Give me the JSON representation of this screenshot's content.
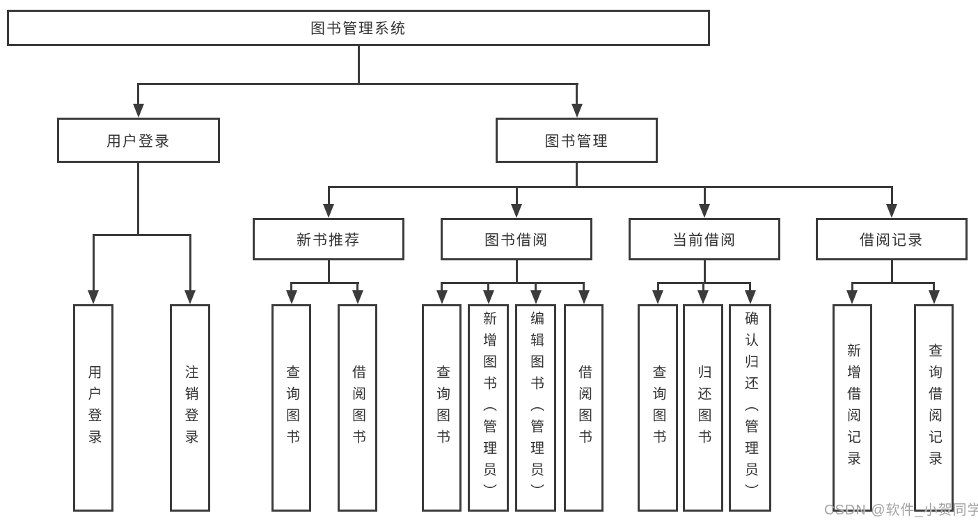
{
  "tree": {
    "root": {
      "label": "图书管理系统"
    },
    "branches": [
      {
        "label": "用户登录",
        "children": [
          {
            "label": "用户登录"
          },
          {
            "label": "注销登录"
          }
        ]
      },
      {
        "label": "图书管理",
        "children": [
          {
            "label": "新书推荐",
            "children": [
              {
                "label": "查询图书"
              },
              {
                "label": "借阅图书"
              }
            ]
          },
          {
            "label": "图书借阅",
            "children": [
              {
                "label": "查询图书"
              },
              {
                "label": "新增图书（管理员）"
              },
              {
                "label": "编辑图书（管理员）"
              },
              {
                "label": "借阅图书"
              }
            ]
          },
          {
            "label": "当前借阅",
            "children": [
              {
                "label": "查询图书"
              },
              {
                "label": "归还图书"
              },
              {
                "label": "确认归还（管理员）"
              }
            ]
          },
          {
            "label": "借阅记录",
            "children": [
              {
                "label": "新增借阅记录"
              },
              {
                "label": "查询借阅记录"
              }
            ]
          }
        ]
      }
    ]
  },
  "colors": {
    "stroke": "#3b3b3b",
    "text": "#333333",
    "watermark_text": "#a3a3a3",
    "background": "#ffffff"
  },
  "watermark": {
    "text": "CSDN @软件_小贺同学"
  }
}
